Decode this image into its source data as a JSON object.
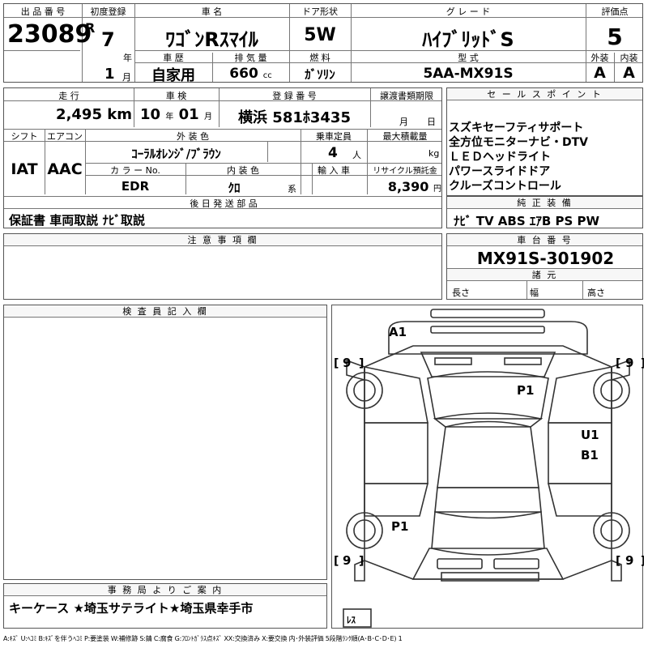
{
  "top": {
    "lot_label": "出 品 番 号",
    "lot_no": "23089",
    "first_reg_label": "初度登録",
    "era": "R",
    "year": "7",
    "year_unit": "年",
    "month": "1",
    "month_unit": "月",
    "name_label": "車 名",
    "name": "ﾜｺﾞﾝRｽﾏｲﾙ",
    "door_label": "ドア形状",
    "door": "5W",
    "grade_label": "グ レ ー ド",
    "grade": "ﾊｲﾌﾞﾘｯﾄﾞS",
    "score_label": "評価点",
    "score": "5",
    "history_label": "車 歴",
    "history": "自家用",
    "displacement_label": "排 気 量",
    "displacement": "660",
    "displacement_unit": "cc",
    "fuel_label": "燃 料",
    "fuel": "ｶﾞｿﾘﾝ",
    "model_label": "型 式",
    "model": "5AA-MX91S",
    "exterior_label": "外装",
    "exterior": "A",
    "interior_label": "内装",
    "interior": "A"
  },
  "mid": {
    "mileage_label": "走 行",
    "mileage": "2,495",
    "mileage_unit": "km",
    "inspection_label": "車 検",
    "insp_year": "10",
    "insp_year_unit": "年",
    "insp_month": "01",
    "insp_month_unit": "月",
    "reg_no_label": "登 録 番 号",
    "reg_no": "横浜 581ﾎ3435",
    "transfer_label": "譲渡書類期限",
    "transfer_month_unit": "月",
    "transfer_day_unit": "日",
    "shift_label": "シフト",
    "shift": "IAT",
    "ac_label": "エアコン",
    "ac": "AAC",
    "ext_color_label": "外 装 色",
    "ext_color": "ｺｰﾗﾙｵﾚﾝｼﾞ/ﾌﾞﾗｳﾝ",
    "capacity_label": "乗車定員",
    "capacity": "4",
    "capacity_unit": "人",
    "load_label": "最大積載量",
    "load_unit": "kg",
    "color_no_label": "カ ラ ー No.",
    "color_no": "EDR",
    "int_color_label": "内 装 色",
    "int_color": "ｸﾛ",
    "int_color_unit": "系",
    "import_label": "輸 入 車",
    "recycle_label": "リサイクル預託金",
    "recycle": "8,390",
    "recycle_unit": "円",
    "later_label": "後 日 発 送 部 品",
    "later": "保証書 車両取説 ﾅﾋﾞ取説"
  },
  "sales": {
    "label": "セ ー ル ス ポ イ ン ト",
    "points": [
      "スズキセーフティサポート",
      "全方位モニターナビ・DTV",
      "ＬＥＤヘッドライト",
      "パワースライドドア",
      "クルーズコントロール"
    ]
  },
  "equipment": {
    "label": "純 正 装 備",
    "value": "ﾅﾋﾞ TV ABS ｴｱB PS PW"
  },
  "notes": {
    "label": "注 意 事 項 欄"
  },
  "chassis": {
    "label": "車 台 番 号",
    "value": "MX91S-301902",
    "dims_label": "諸 元",
    "length_label": "長さ",
    "width_label": "幅",
    "height_label": "高さ"
  },
  "inspector": {
    "label": "検 査 員 記 入 欄"
  },
  "diagram": {
    "marks": [
      "A1",
      "P1",
      "U1",
      "B1",
      "P1"
    ],
    "tires": [
      "9",
      "9",
      "9",
      "9"
    ],
    "spare": "ﾚｽ"
  },
  "office": {
    "label": "事 務 局 よ り ご 案 内",
    "value": "キーケース ★埼玉サテライト★埼玉県幸手市"
  },
  "legend": "A:ｷｽﾞ U:ﾍｺﾐ B:ｷｽﾞを伴うﾍｺﾐ P:要塗装 W:補修跡 S:錆 C:腐食 G:ﾌﾛﾝﾄｶﾞﾗｽ点ｷｽﾞ XX:交換済み X:要交換 内･外装評価 5段階ﾗﾝｸ順(A･B･C･D･E) 1"
}
